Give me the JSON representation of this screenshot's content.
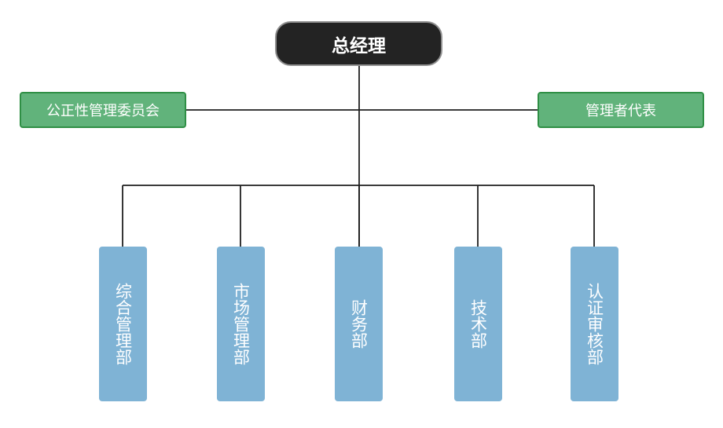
{
  "org_chart": {
    "top": "总经理",
    "left_side": "公正性管理委员会",
    "right_side": "管理者代表",
    "departments": [
      "综合管理部",
      "市场管理部",
      "财务部",
      "技术部",
      "认证审核部"
    ]
  },
  "colors": {
    "top_fill": "#232323",
    "top_border": "#8f8f8f",
    "side_fill": "#61b37b",
    "side_border": "#2f8f45",
    "dept_fill": "#7fb3d5",
    "connector": "#1f1f1f"
  }
}
